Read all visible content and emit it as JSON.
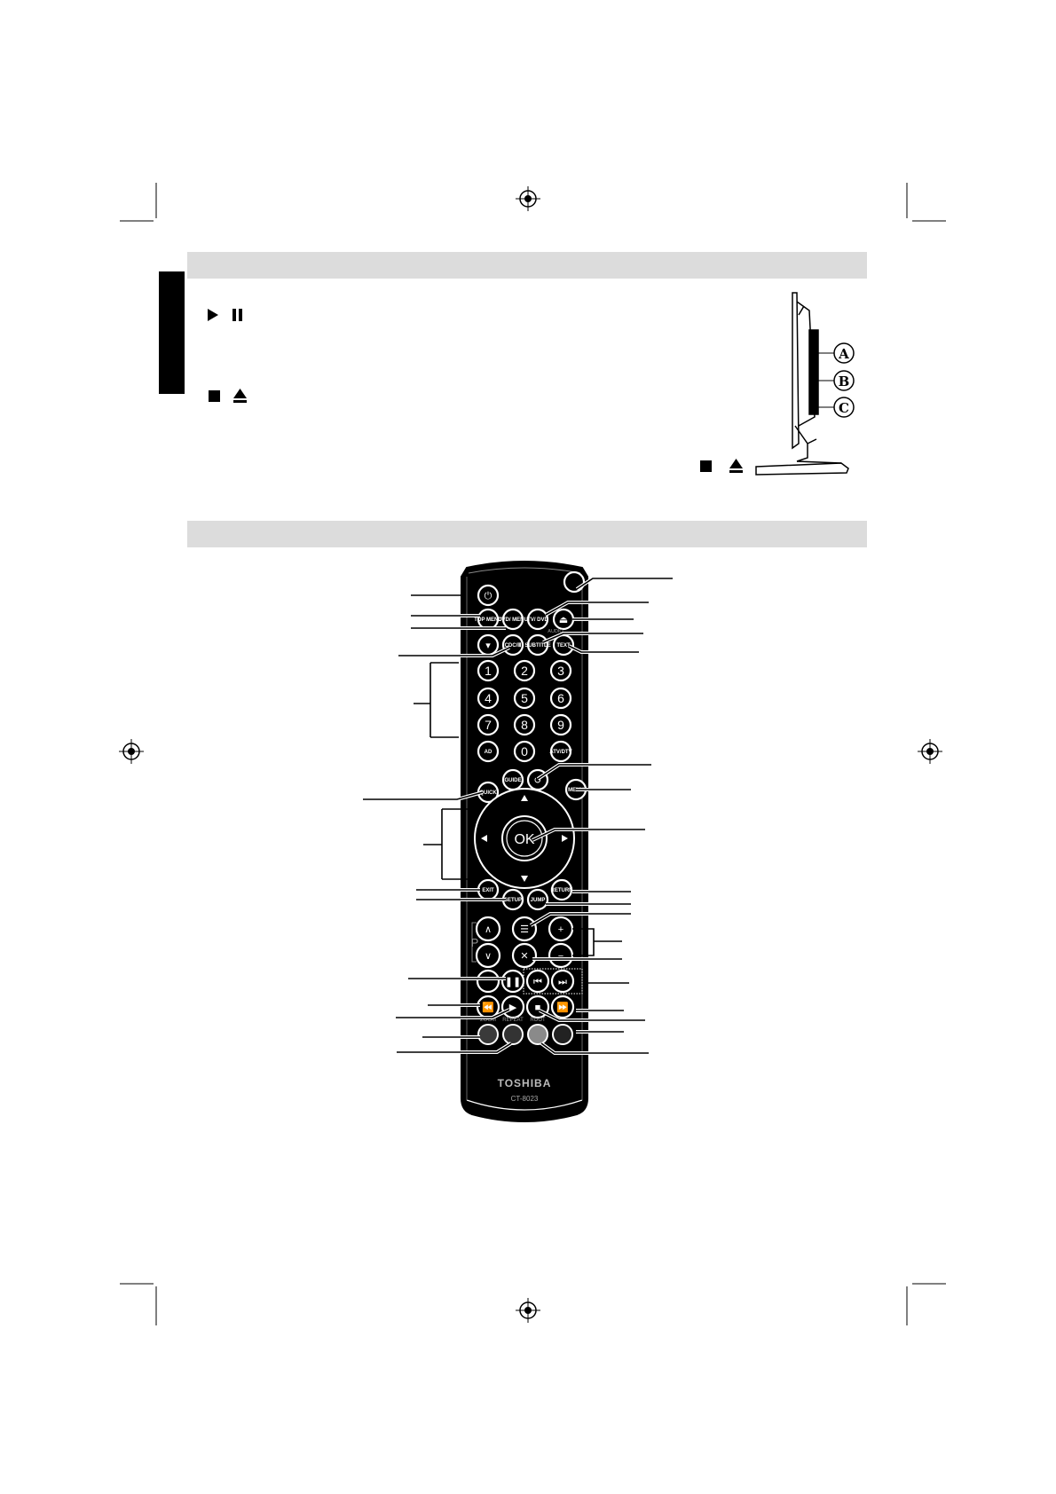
{
  "tv_side_view": {
    "labels": [
      "A",
      "B",
      "C"
    ]
  },
  "icons": {
    "section1_row1": [
      "play-icon",
      "pause-icon"
    ],
    "section1_row2": [
      "stop-icon",
      "eject-icon"
    ],
    "tv_caption": [
      "stop-icon",
      "eject-icon"
    ]
  },
  "remote": {
    "brand": "TOSHIBA",
    "model": "CT-8023",
    "buttons": {
      "top_menu": "TOP MENU",
      "dvd_menu": "DVD/ MENU",
      "tv_dvd": "TV/ DVD",
      "cdc": "CDC/Ⅲ",
      "subtitle": "SUBTITLE",
      "text": "TEXT",
      "subtitle_top": "AUDIO",
      "numbers": [
        "1",
        "2",
        "3",
        "4",
        "5",
        "6",
        "7",
        "8",
        "9"
      ],
      "ad": "AD",
      "zero": "0",
      "atv_dtv": "ATV/DTV",
      "guide": "GUIDE",
      "quick": "QUICK",
      "menu": "MENU",
      "ok": "OK",
      "exit": "EXIT",
      "setup": "SETUP",
      "jump": "JUMP",
      "return": "RETURN",
      "p_label": "P",
      "zoom": "ZOOM",
      "repeat": "REPEAT",
      "root": "ROOT"
    },
    "color_buttons": [
      "#3a3a3a",
      "#333333",
      "#8a8a8a",
      "#222222"
    ]
  }
}
